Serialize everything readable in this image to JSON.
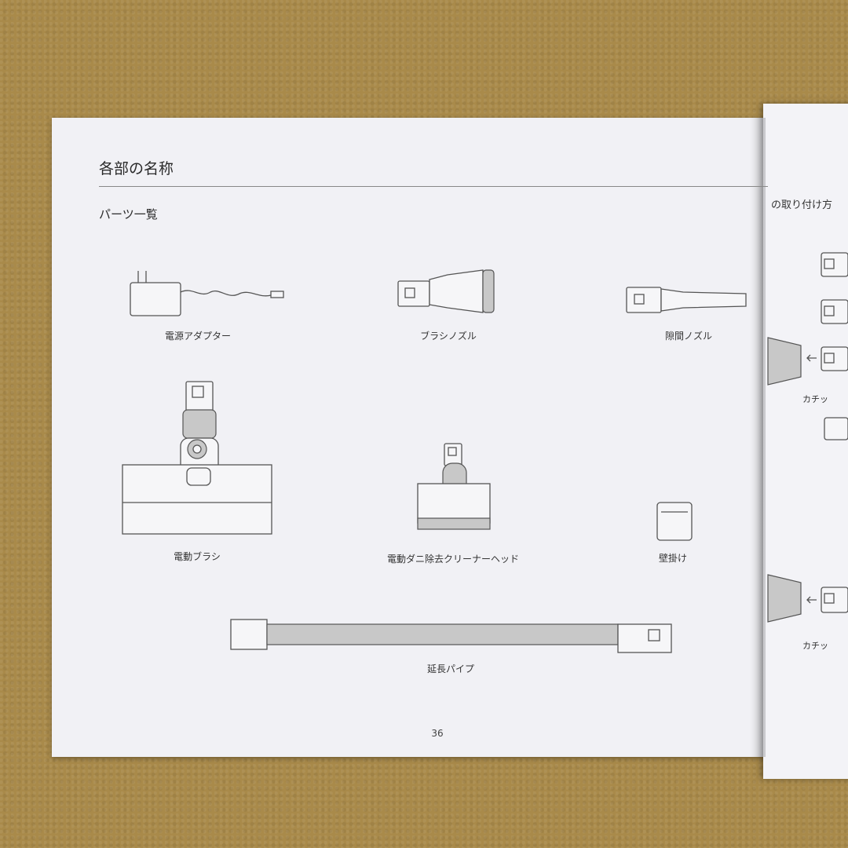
{
  "section_title": "各部の名称",
  "subsection_title": "パーツ一覧",
  "parts": {
    "ac_adapter": "電源アダプター",
    "brush_nozzle": "ブラシノズル",
    "crevice_nozzle": "隙間ノズル",
    "power_brush": "電動ブラシ",
    "mite_head": "電動ダニ除去クリーナーヘッド",
    "wall_mount": "壁掛け",
    "extension_pipe": "延長パイプ"
  },
  "page_number": "36",
  "right_page": {
    "heading_fragment": "の取り付け方",
    "click_sound_1": "カチッ",
    "click_sound_2": "カチッ"
  }
}
